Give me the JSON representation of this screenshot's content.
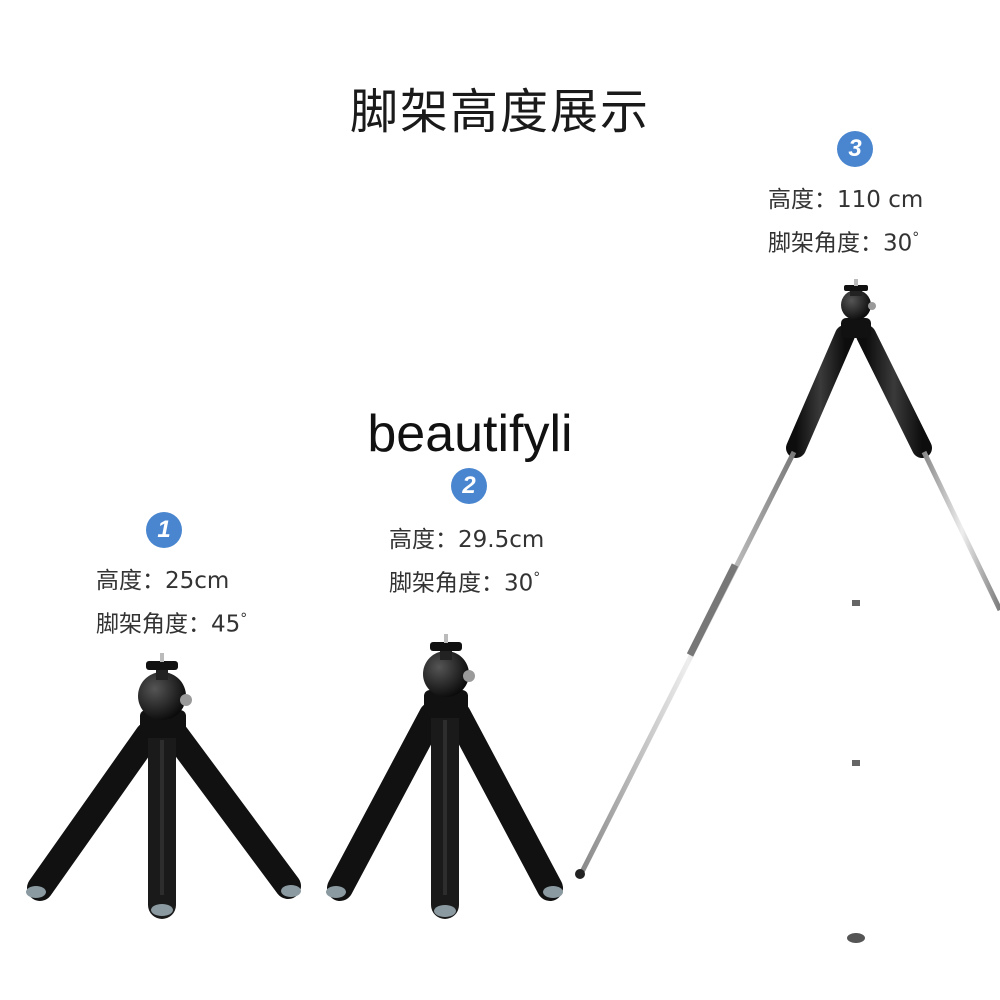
{
  "title": "脚架高度展示",
  "brand": "beautifyli",
  "accent_color": "#4a86cf",
  "tripods": [
    {
      "number": "1",
      "height_label": "高度：",
      "height_value": "25cm",
      "angle_label": "脚架角度：",
      "angle_value": "45",
      "degree": "°"
    },
    {
      "number": "2",
      "height_label": "高度：",
      "height_value": "29.5cm",
      "angle_label": "脚架角度：",
      "angle_value": "30",
      "degree": "°"
    },
    {
      "number": "3",
      "height_label": "高度：",
      "height_value": "110 cm",
      "angle_label": "脚架角度：",
      "angle_value": "30",
      "degree": "°"
    }
  ]
}
